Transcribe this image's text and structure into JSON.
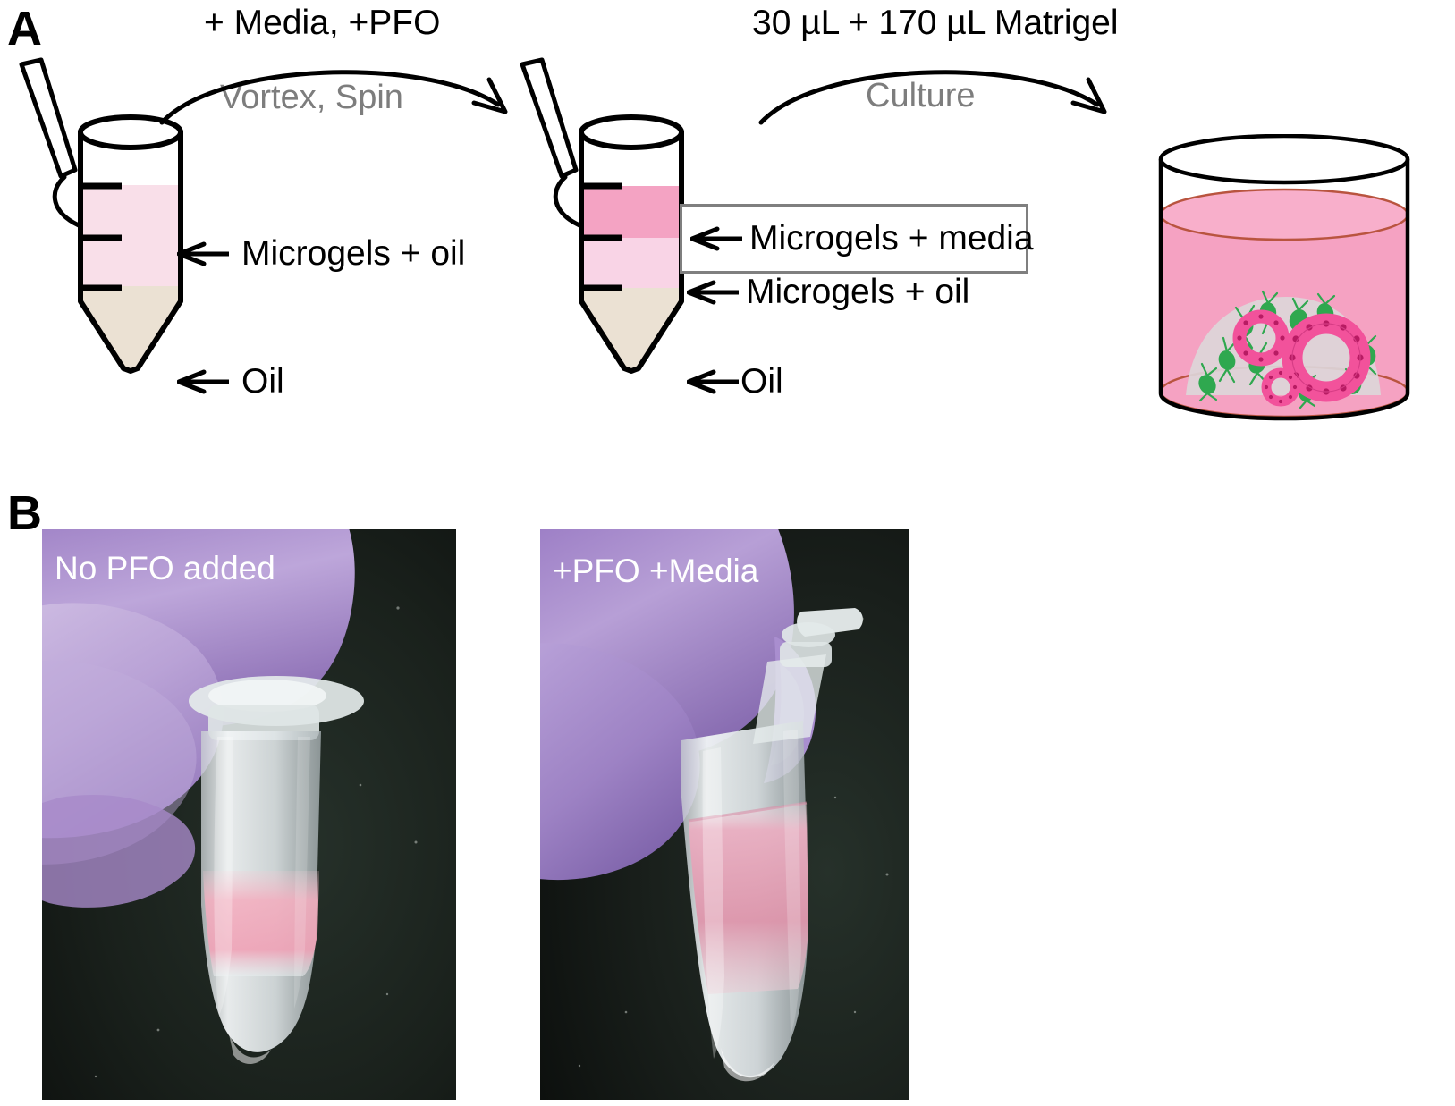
{
  "figure": {
    "panels": [
      {
        "letter": "A",
        "name": "schematic-workflow"
      },
      {
        "letter": "B",
        "name": "photographs"
      }
    ]
  },
  "panel_a": {
    "steps": [
      {
        "name": "step-vortex-spin",
        "top_label": "+ Media, +PFO",
        "sub_label": "Vortex, Spin",
        "arrow_icon": "curved-arrow-right-icon"
      },
      {
        "name": "step-culture",
        "top_label": "30 µL + 170 µL Matrigel",
        "sub_label": "Culture",
        "arrow_icon": "curved-arrow-right-icon"
      }
    ],
    "tube_1": {
      "name": "tube-before-pfo",
      "cap_icon": "open-flip-cap-icon",
      "layers": [
        {
          "name": "microgels-oil-layer",
          "color": "#F9DFE9"
        },
        {
          "name": "oil-layer",
          "color": "#EBE1D3"
        }
      ],
      "annotations": [
        {
          "name": "annotation-microgels-oil",
          "arrow_icon": "left-arrow-icon",
          "text": "Microgels + oil",
          "boxed": false
        },
        {
          "name": "annotation-oil",
          "arrow_icon": "left-arrow-icon",
          "text": "Oil",
          "boxed": false
        }
      ]
    },
    "tube_2": {
      "name": "tube-after-pfo",
      "cap_icon": "open-flip-cap-icon",
      "layers": [
        {
          "name": "microgels-media-layer",
          "color": "#F4A3C3"
        },
        {
          "name": "microgels-oil-layer",
          "color": "#F9D4E6"
        },
        {
          "name": "oil-layer",
          "color": "#EBE1D3"
        }
      ],
      "annotations": [
        {
          "name": "annotation-microgels-media",
          "arrow_icon": "left-arrow-icon",
          "text": "Microgels + media",
          "boxed": true
        },
        {
          "name": "annotation-microgels-oil",
          "arrow_icon": "left-arrow-icon",
          "text": "Microgels + oil",
          "boxed": false
        },
        {
          "name": "annotation-oil",
          "arrow_icon": "left-arrow-icon",
          "text": "Oil",
          "boxed": false
        }
      ]
    },
    "well": {
      "name": "culture-well",
      "media_color": "#F5A2C2",
      "media_rim_color": "#C0604F",
      "dome_color": "#DDD7DA",
      "organoid_color": "#F2529B",
      "organoid_nucleus_color": "#B81B63",
      "fibroblast_color": "#2FA84F",
      "contents": [
        {
          "name": "matrigel-dome"
        },
        {
          "name": "organoid-large"
        },
        {
          "name": "organoid-medium"
        },
        {
          "name": "organoid-small"
        },
        {
          "name": "fibroblast-cells"
        }
      ]
    }
  },
  "panel_b": {
    "photos": [
      {
        "name": "photo-no-pfo",
        "caption": "No PFO added",
        "glove_color": "#B69BD4",
        "background_color": "#14181a",
        "tube_contents_color": "#F4BBC9"
      },
      {
        "name": "photo-pfo-media",
        "caption": "+PFO +Media",
        "glove_color": "#A98FCB",
        "background_color": "#14181a",
        "tube_contents_color": "#E8A9BE"
      }
    ]
  }
}
